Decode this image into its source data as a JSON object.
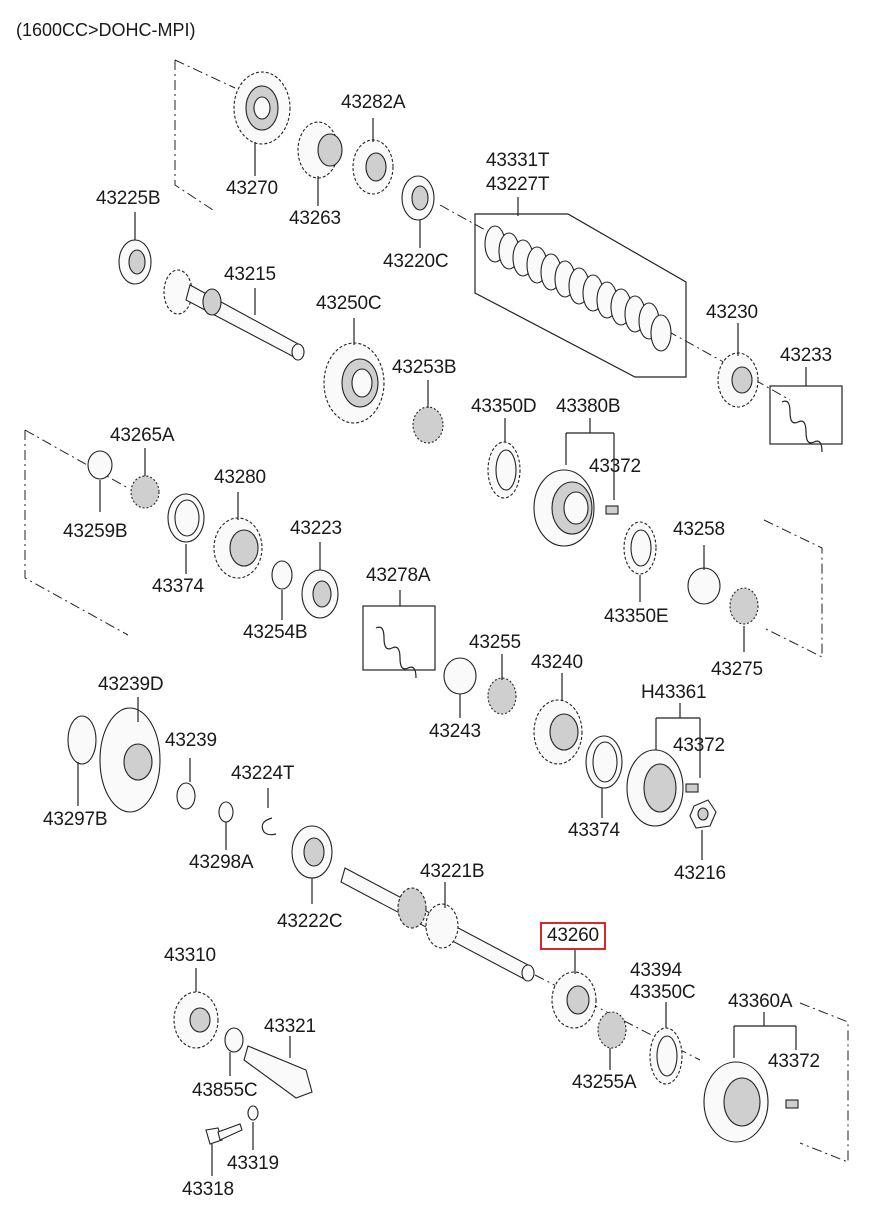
{
  "header": "(1600CC>DOHC-MPI)",
  "highlight_color": "#d62a2a",
  "labels": {
    "p43270": "43270",
    "p43263": "43263",
    "p43282A": "43282A",
    "p43220C": "43220C",
    "p43331T": "43331T",
    "p43227T": "43227T",
    "p43225B": "43225B",
    "p43215": "43215",
    "p43250C": "43250C",
    "p43253B": "43253B",
    "p43230": "43230",
    "p43233": "43233",
    "p43350D": "43350D",
    "p43380B": "43380B",
    "p43372a": "43372",
    "p43265A": "43265A",
    "p43259B": "43259B",
    "p43280": "43280",
    "p43374a": "43374",
    "p43223": "43223",
    "p43254B": "43254B",
    "p43258": "43258",
    "p43350E": "43350E",
    "p43275": "43275",
    "p43278A": "43278A",
    "p43255": "43255",
    "p43240": "43240",
    "p43243": "43243",
    "pH43361": "H43361",
    "p43372b": "43372",
    "p43374b": "43374",
    "p43216": "43216",
    "p43239D": "43239D",
    "p43239": "43239",
    "p43224T": "43224T",
    "p43297B": "43297B",
    "p43298A": "43298A",
    "p43222C": "43222C",
    "p43221B": "43221B",
    "p43260": "43260",
    "p43394": "43394",
    "p43350C": "43350C",
    "p43360A": "43360A",
    "p43372c": "43372",
    "p43255A": "43255A",
    "p43310": "43310",
    "p43321": "43321",
    "p43855C": "43855C",
    "p43319": "43319",
    "p43318": "43318"
  }
}
